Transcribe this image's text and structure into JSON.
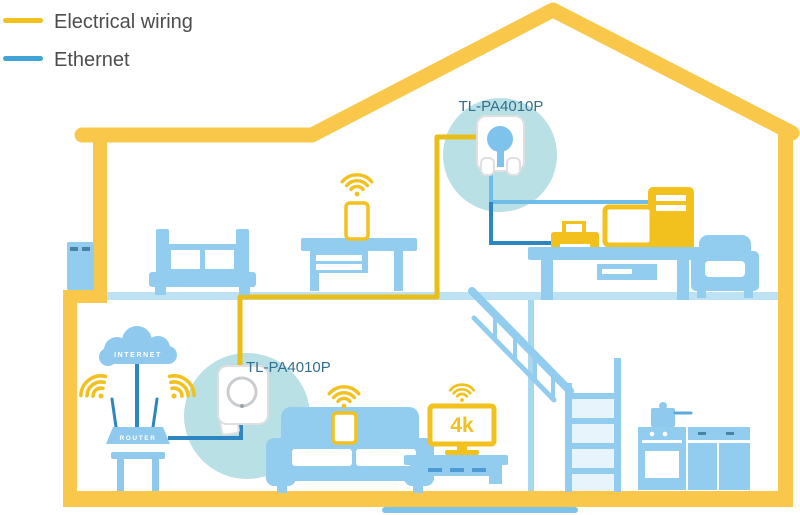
{
  "legend": {
    "items": [
      {
        "label": "Electrical wiring",
        "color": "#F2C11E"
      },
      {
        "label": "Ethernet",
        "color": "#3FA4D6"
      }
    ]
  },
  "adapters": {
    "upstairs": {
      "label": "TL-PA4010P"
    },
    "downstairs": {
      "label": "TL-PA4010P"
    }
  },
  "network": {
    "internet_label": "INTERNET",
    "router_label": "ROUTER"
  },
  "tv": {
    "badge": "4k"
  },
  "colors": {
    "house_wall": "#F9C84A",
    "electrical_wire": "#E9BE16",
    "device_yellow": "#F2C11E",
    "furniture_blue": "#92CCEE",
    "pale_floor_blue": "#BCE2F4",
    "highlight_circle_teal": "#B9E0E5",
    "ethernet_dark": "#2E86C0",
    "ethernet_light": "#6FBCE8",
    "label_blue": "#33708F",
    "text_gray": "#4D4D4F"
  }
}
